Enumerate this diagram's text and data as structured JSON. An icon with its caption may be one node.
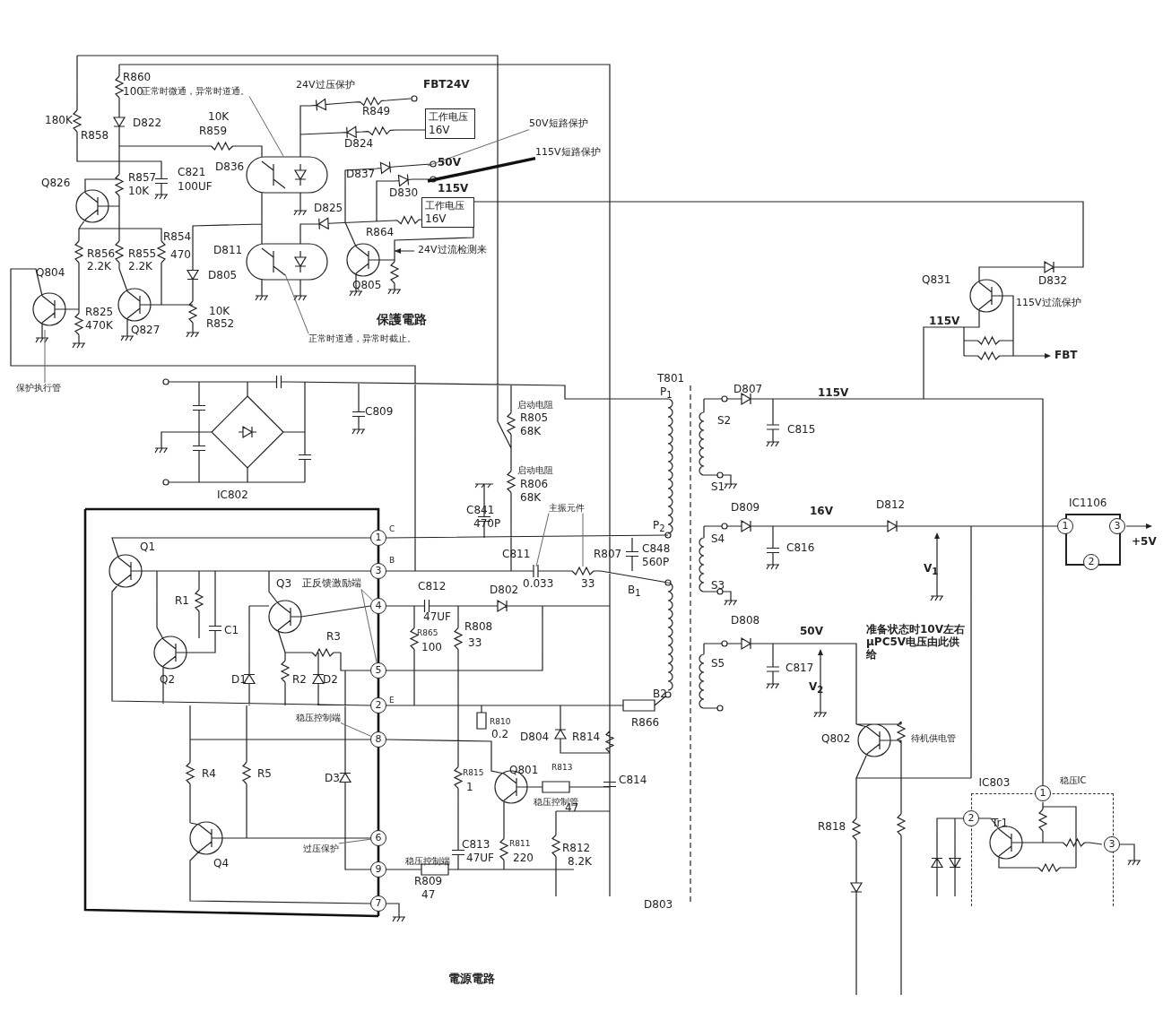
{
  "diagram": {
    "nodes": [
      {
        "text": [
          "工作电压",
          "16V"
        ]
      },
      {
        "text": [
          "工作电压",
          "16V"
        ]
      },
      {
        "text": [
          "正常时微通，异常时道通。"
        ]
      },
      {
        "text": [
          "正常时道通，异常时截止。"
        ]
      },
      {
        "text": [
          "50V短路保护"
        ]
      },
      {
        "text": [
          "115V短路保护"
        ]
      },
      {
        "text": [
          "保护执行管"
        ]
      },
      {
        "text": [
          "主振元件"
        ]
      },
      {
        "text": [
          "正反馈激励端"
        ]
      },
      {
        "text": [
          "稳压控制端"
        ]
      },
      {
        "text": [
          "过压保护"
        ]
      },
      {
        "text": [
          "1"
        ]
      },
      {
        "text": [
          "3"
        ]
      },
      {
        "text": [
          "4"
        ]
      },
      {
        "text": [
          "5"
        ]
      },
      {
        "text": [
          "2"
        ]
      },
      {
        "text": [
          "8"
        ]
      },
      {
        "text": [
          "6"
        ]
      },
      {
        "text": [
          "9"
        ]
      },
      {
        "text": [
          "7"
        ]
      },
      {
        "text": [
          "IC1106"
        ]
      },
      {
        "text": [
          "1"
        ]
      },
      {
        "text": [
          "2"
        ]
      },
      {
        "text": [
          "3"
        ]
      },
      {
        "text": [
          "IC803"
        ],
        "beside": [
          "稳压IC"
        ]
      },
      {
        "text": [
          "1"
        ]
      },
      {
        "text": [
          "2"
        ]
      },
      {
        "text": [
          "3"
        ]
      }
    ],
    "edges": [
      {
        "from": 2,
        "to": null,
        "arrow": "none"
      },
      {
        "from": 3,
        "to": null,
        "arrow": "none"
      },
      {
        "from": 4,
        "to": null,
        "arrow": "none"
      },
      {
        "from": 5,
        "to": null,
        "arrow": "none",
        "style": "thick"
      },
      {
        "from": 6,
        "to": null,
        "arrow": "none"
      },
      {
        "from": 7,
        "to": null,
        "arrow": "none"
      },
      {
        "from": 7,
        "to": null,
        "arrow": "none"
      },
      {
        "from": 8,
        "to": 13,
        "arrow": "none"
      },
      {
        "from": 8,
        "to": 14,
        "arrow": "none"
      },
      {
        "from": 9,
        "to": 16,
        "arrow": "none"
      },
      {
        "from": 10,
        "to": 17,
        "arrow": "none"
      }
    ],
    "labels": [
      "R860",
      "100",
      "24V过压保护",
      "FBT24V",
      "180K",
      "D822",
      "R858",
      "10K",
      "R849",
      "R859",
      "D824",
      "Q826",
      "D836",
      "R857",
      "C821",
      "10K",
      "100UF",
      "D837",
      "50V",
      "115V",
      "D830",
      "D825",
      "R854",
      "R864",
      "R856",
      "R855",
      "470",
      "D811",
      "24V过流检测来",
      "2.2K",
      "2.2K",
      "Q804",
      "D805",
      "Q805",
      "10K",
      "R852",
      "R825",
      "保護電路",
      "470K",
      "Q827",
      "Q831",
      "D832",
      "115V过流保护",
      "115V",
      "FBT",
      "T801",
      "P$_{1}$",
      "D807",
      "115V",
      "启动电阻",
      "C809",
      "R805",
      "S2",
      "68K",
      "C815",
      "启动电阻",
      "R806",
      "S1",
      "IC802",
      "68K",
      "D809",
      "16V",
      "D812",
      "C841",
      "C",
      "470P",
      "P$_{2}$",
      "S4",
      "C848",
      "C816",
      "+5V",
      "Q1",
      "C811",
      "R807",
      "B",
      "560P",
      "Q3",
      "C812",
      "D802",
      "0.033",
      "33",
      "B$_{1}$",
      "S3",
      "V$_{1}$",
      "R1",
      "47UF",
      "S5",
      "D808",
      "50V",
      "准备状态时10V左右μPC5V电压由此供给",
      "C1",
      "R865",
      "R808",
      "100",
      "33",
      "R3",
      "C817",
      "Q2",
      "D1",
      "R2",
      "D2",
      "V$_{2}$",
      "B2",
      "E",
      "R810",
      "0.2",
      "R866",
      "D804",
      "R814",
      "Q802",
      "待机供电管",
      "R4",
      "R5",
      "D3",
      "R815",
      "Q801",
      "1",
      "稳压控制管",
      "C814",
      "R813",
      "Tr1",
      "R818",
      "47",
      "C813",
      "R811",
      "R812",
      "Q4",
      "稳压控制端",
      "47UF",
      "220",
      "8.2K",
      "R809",
      "47",
      "D803",
      "電源電路"
    ]
  }
}
